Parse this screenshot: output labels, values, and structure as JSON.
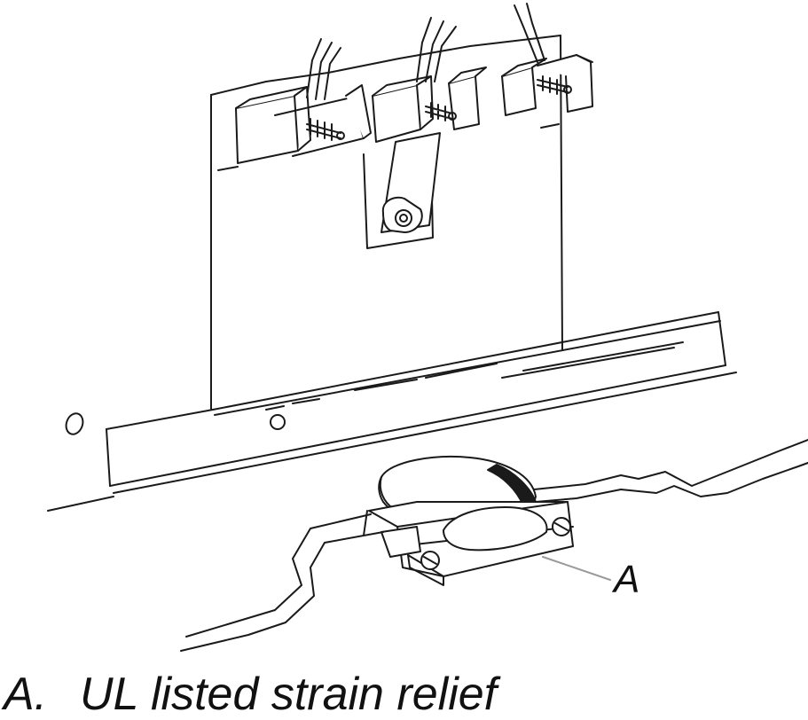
{
  "callout": {
    "letter": "A"
  },
  "legend": [
    {
      "letter": "A.",
      "text": "UL listed strain relief"
    }
  ],
  "colors": {
    "line": "#1a1a1a",
    "leader": "#9a9a9a",
    "fill": "#ffffff"
  }
}
